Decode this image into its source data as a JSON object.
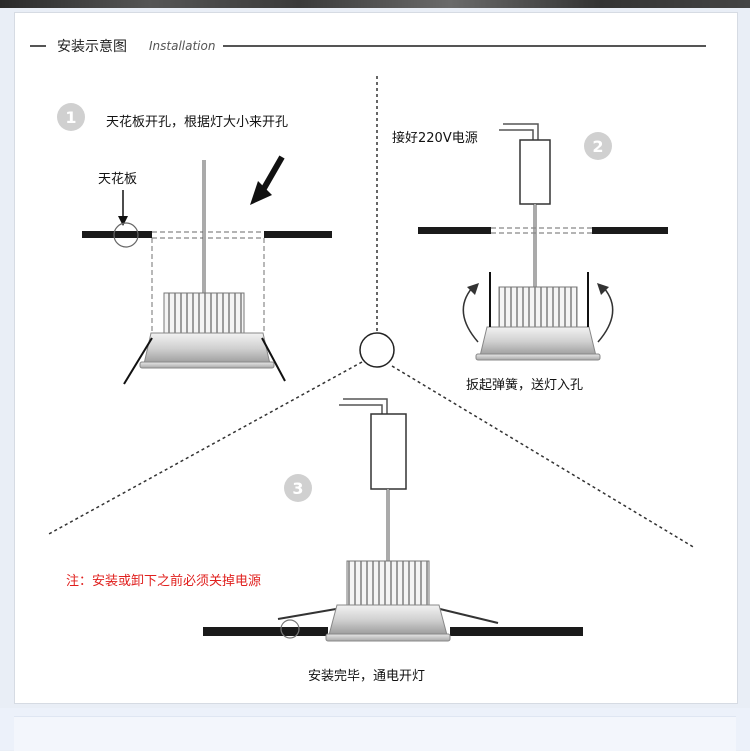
{
  "header": {
    "title": "安装示意图",
    "subtitle": "Installation"
  },
  "steps": [
    {
      "number": "1",
      "text": "天花板开孔，根据灯大小来开孔",
      "label": "天花板"
    },
    {
      "number": "2",
      "text": "接好220V电源",
      "caption": "扳起弹簧，送灯入孔"
    },
    {
      "number": "3",
      "caption": "安装完毕，通电开灯"
    }
  ],
  "warning": "注：安装或卸下之前必须关掉电源",
  "colors": {
    "warning": "#e0201e",
    "step_badge": "#d0d0d0",
    "ceiling": "#1a1a1a"
  },
  "icons": {
    "pointer": "arrow-down-left-icon",
    "rotate": "curved-arrow-icon"
  }
}
